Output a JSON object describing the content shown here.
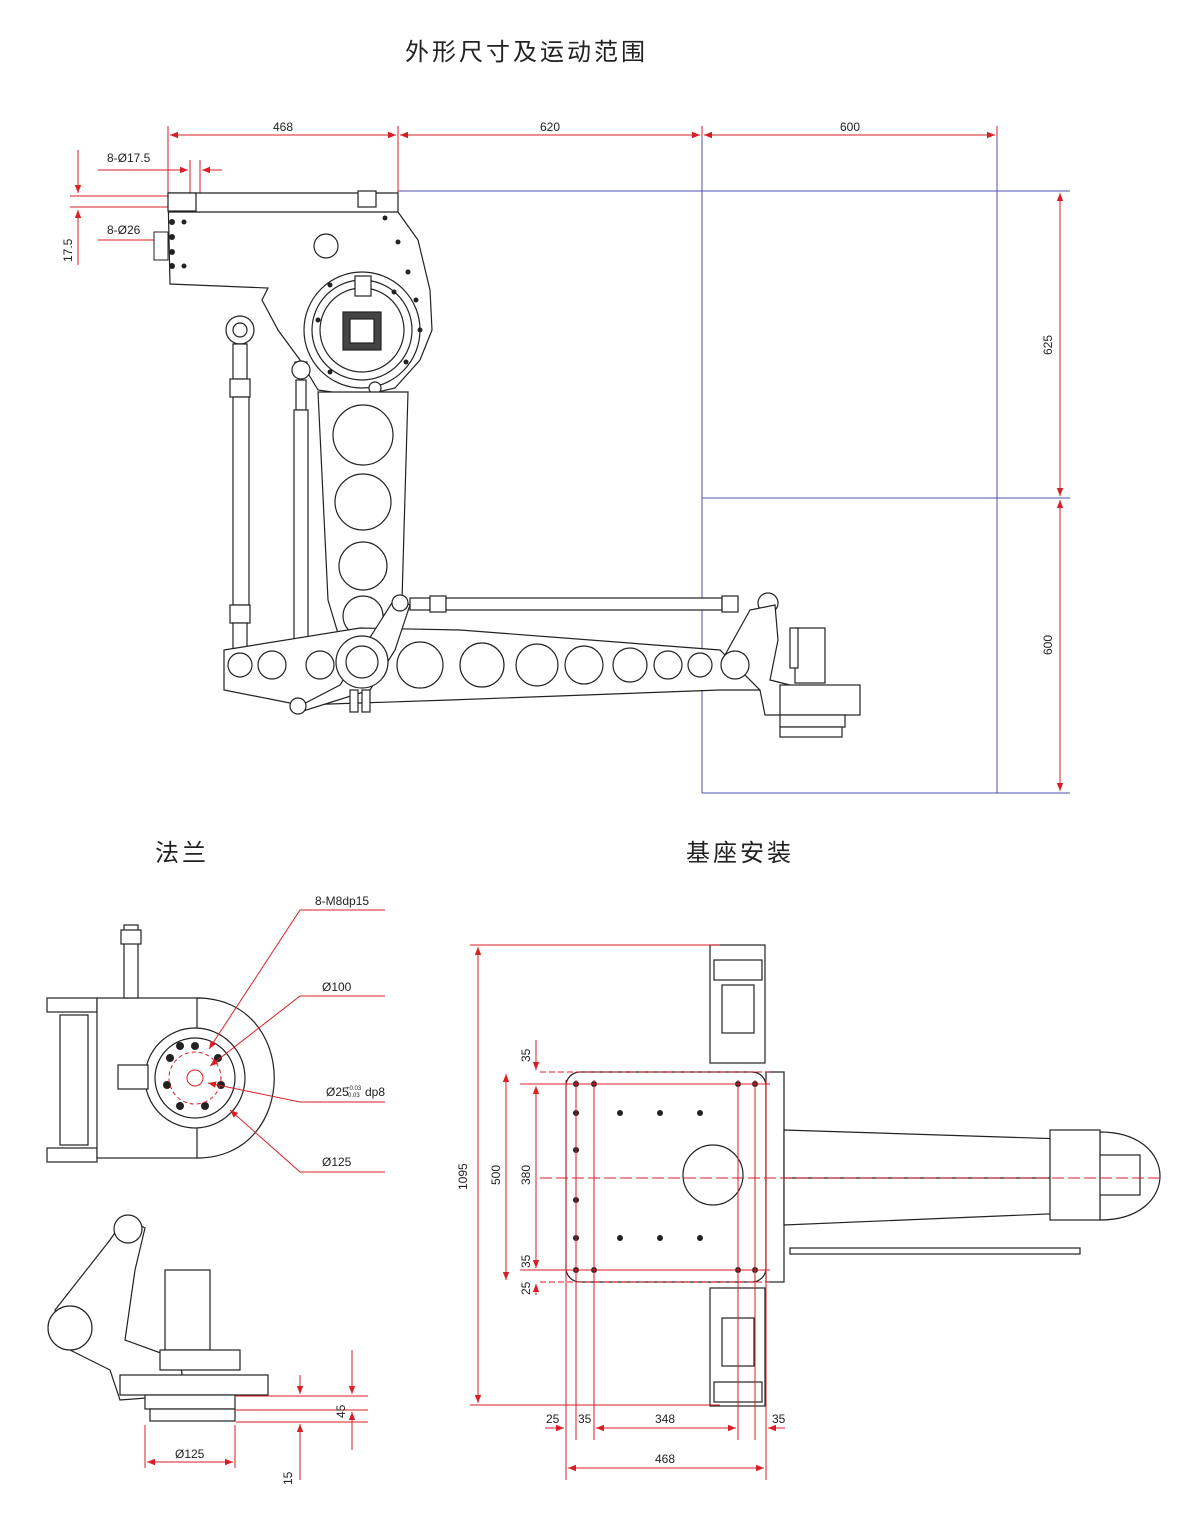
{
  "titles": {
    "main": "外形尺寸及运动范围",
    "flange": "法兰",
    "base": "基座安装"
  },
  "colors": {
    "line": "#222222",
    "dimension": "#d81f26",
    "envelope": "#4a4aa8"
  },
  "arm_view": {
    "dims": {
      "top1": "468",
      "top2": "620",
      "top3": "600",
      "hole_small": "8-Ø17.5",
      "hole_large": "8-Ø26",
      "thickness": "17.5",
      "right_upper": "625",
      "right_lower": "600"
    }
  },
  "flange_view": {
    "labels": {
      "threads": "8-M8dp15",
      "d100": "Ø100",
      "d25": "Ø25",
      "d25_tol_upper": "+0.03",
      "d25_tol_lower": "-0.03",
      "d25_depth": "dp8",
      "d125": "Ø125"
    },
    "side": {
      "d125": "Ø125",
      "h45": "45",
      "h15": "15"
    }
  },
  "base_view": {
    "vertical": {
      "total": "1095",
      "span500": "500",
      "span380": "380",
      "top35": "35",
      "bot35": "35",
      "bot25": "25"
    },
    "horizontal": {
      "left25": "25",
      "left35": "35",
      "mid348": "348",
      "right35": "35",
      "total468": "468"
    }
  }
}
